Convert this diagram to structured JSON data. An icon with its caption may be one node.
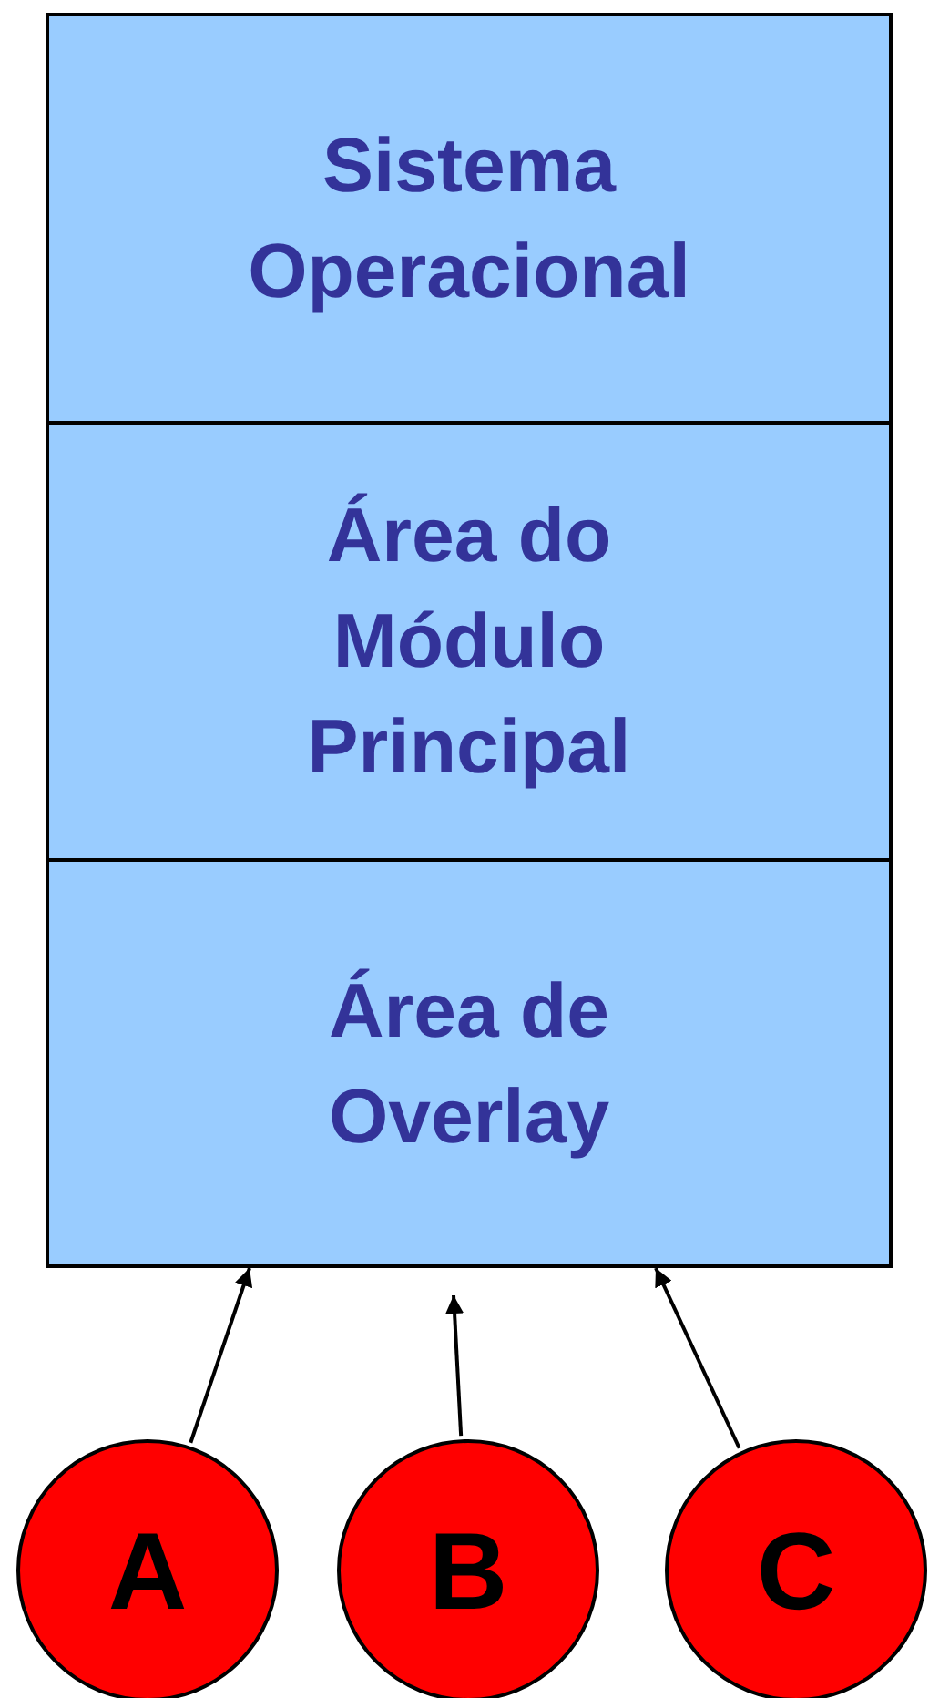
{
  "diagram": {
    "nodes": [
      {
        "text": [
          "Sistema Operacional"
        ]
      },
      {
        "text": [
          "Área do Módulo Principal"
        ]
      },
      {
        "text": [
          "Área de Overlay"
        ]
      },
      {
        "text": [
          "A"
        ]
      },
      {
        "text": [
          "B"
        ]
      },
      {
        "text": [
          "C"
        ]
      }
    ],
    "edges": [
      {
        "from": 3,
        "to": 2,
        "arrow": "to"
      },
      {
        "from": 4,
        "to": 2,
        "arrow": "to"
      },
      {
        "from": 5,
        "to": 2,
        "arrow": "to"
      }
    ]
  }
}
